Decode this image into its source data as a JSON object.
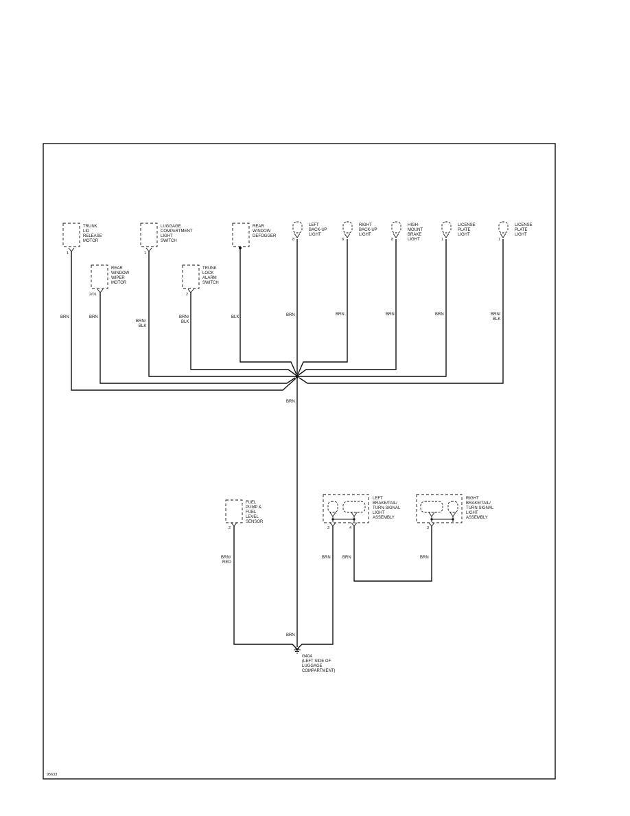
{
  "figure_id": "95633",
  "components": {
    "trunk_lid_motor": [
      "TRUNK",
      "LID",
      "RELEASE",
      "MOTOR"
    ],
    "rear_wiper_motor": [
      "REAR",
      "WINDOW",
      "WIPER",
      "MOTOR"
    ],
    "luggage_light_switch": [
      "LUGGAGE",
      "COMPARTMENT",
      "LIGHT",
      "SWITCH"
    ],
    "trunk_lock_switch": [
      "TRUNK",
      "LOCK",
      "ALARM",
      "SWITCH"
    ],
    "rear_defogger": [
      "REAR",
      "WINDOW",
      "DEFOGGER"
    ],
    "left_backup": [
      "LEFT",
      "BACK-UP",
      "LIGHT"
    ],
    "right_backup": [
      "RIGHT",
      "BACK-UP",
      "LIGHT"
    ],
    "high_mount": [
      "HIGH-",
      "MOUNT",
      "BRAKE",
      "LIGHT"
    ],
    "license_plate_1": [
      "LICENSE",
      "PLATE",
      "LIGHT"
    ],
    "license_plate_2": [
      "LICENSE",
      "PLATE",
      "LIGHT"
    ],
    "fuel_pump": [
      "FUEL",
      "PUMP &",
      "FUEL",
      "LEVEL",
      "SENSOR"
    ],
    "left_brake_assy": [
      "LEFT",
      "BRAKE/TAIL/",
      "TURN SIGNAL",
      "LIGHT",
      "ASSEMBLY"
    ],
    "right_brake_assy": [
      "RIGHT",
      "BRAKE/TAIL/",
      "TURN SIGNAL",
      "LIGHT",
      "ASSEMBLY"
    ]
  },
  "pins": {
    "trunk_lid_motor": "1",
    "rear_wiper_motor": "2/01",
    "luggage_light_switch": "1",
    "trunk_lock_switch": "2",
    "left_backup": "8",
    "right_backup": "8",
    "high_mount": "8",
    "license_plate_1": "1",
    "license_plate_2": "1",
    "fuel_pump": "2",
    "left_brake_a": "3",
    "left_brake_b": "4",
    "right_brake": "3"
  },
  "wire_colors": {
    "trunk_lid_motor": "BRN",
    "rear_wiper_motor": "BRN",
    "luggage_light_switch": [
      "BRN/",
      "BLK"
    ],
    "trunk_lock_switch": [
      "BRN/",
      "BLK"
    ],
    "rear_defogger": "BLK",
    "left_backup": "BRN",
    "right_backup": "BRN",
    "high_mount": "BRN",
    "license_plate_1": "BRN",
    "license_plate_2": [
      "BRN/",
      "BLK"
    ],
    "main_trunk": "BRN",
    "fuel_pump": [
      "BRN/",
      "RED"
    ],
    "left_brake_ground": "BRN",
    "left_to_right_brake": "BRN",
    "right_brake": "BRN",
    "ground_wire": "BRN"
  },
  "ground": {
    "id": "G404",
    "location": [
      "(LEFT SIDE OF",
      "LUGGAGE",
      "COMPARTMENT)"
    ]
  }
}
